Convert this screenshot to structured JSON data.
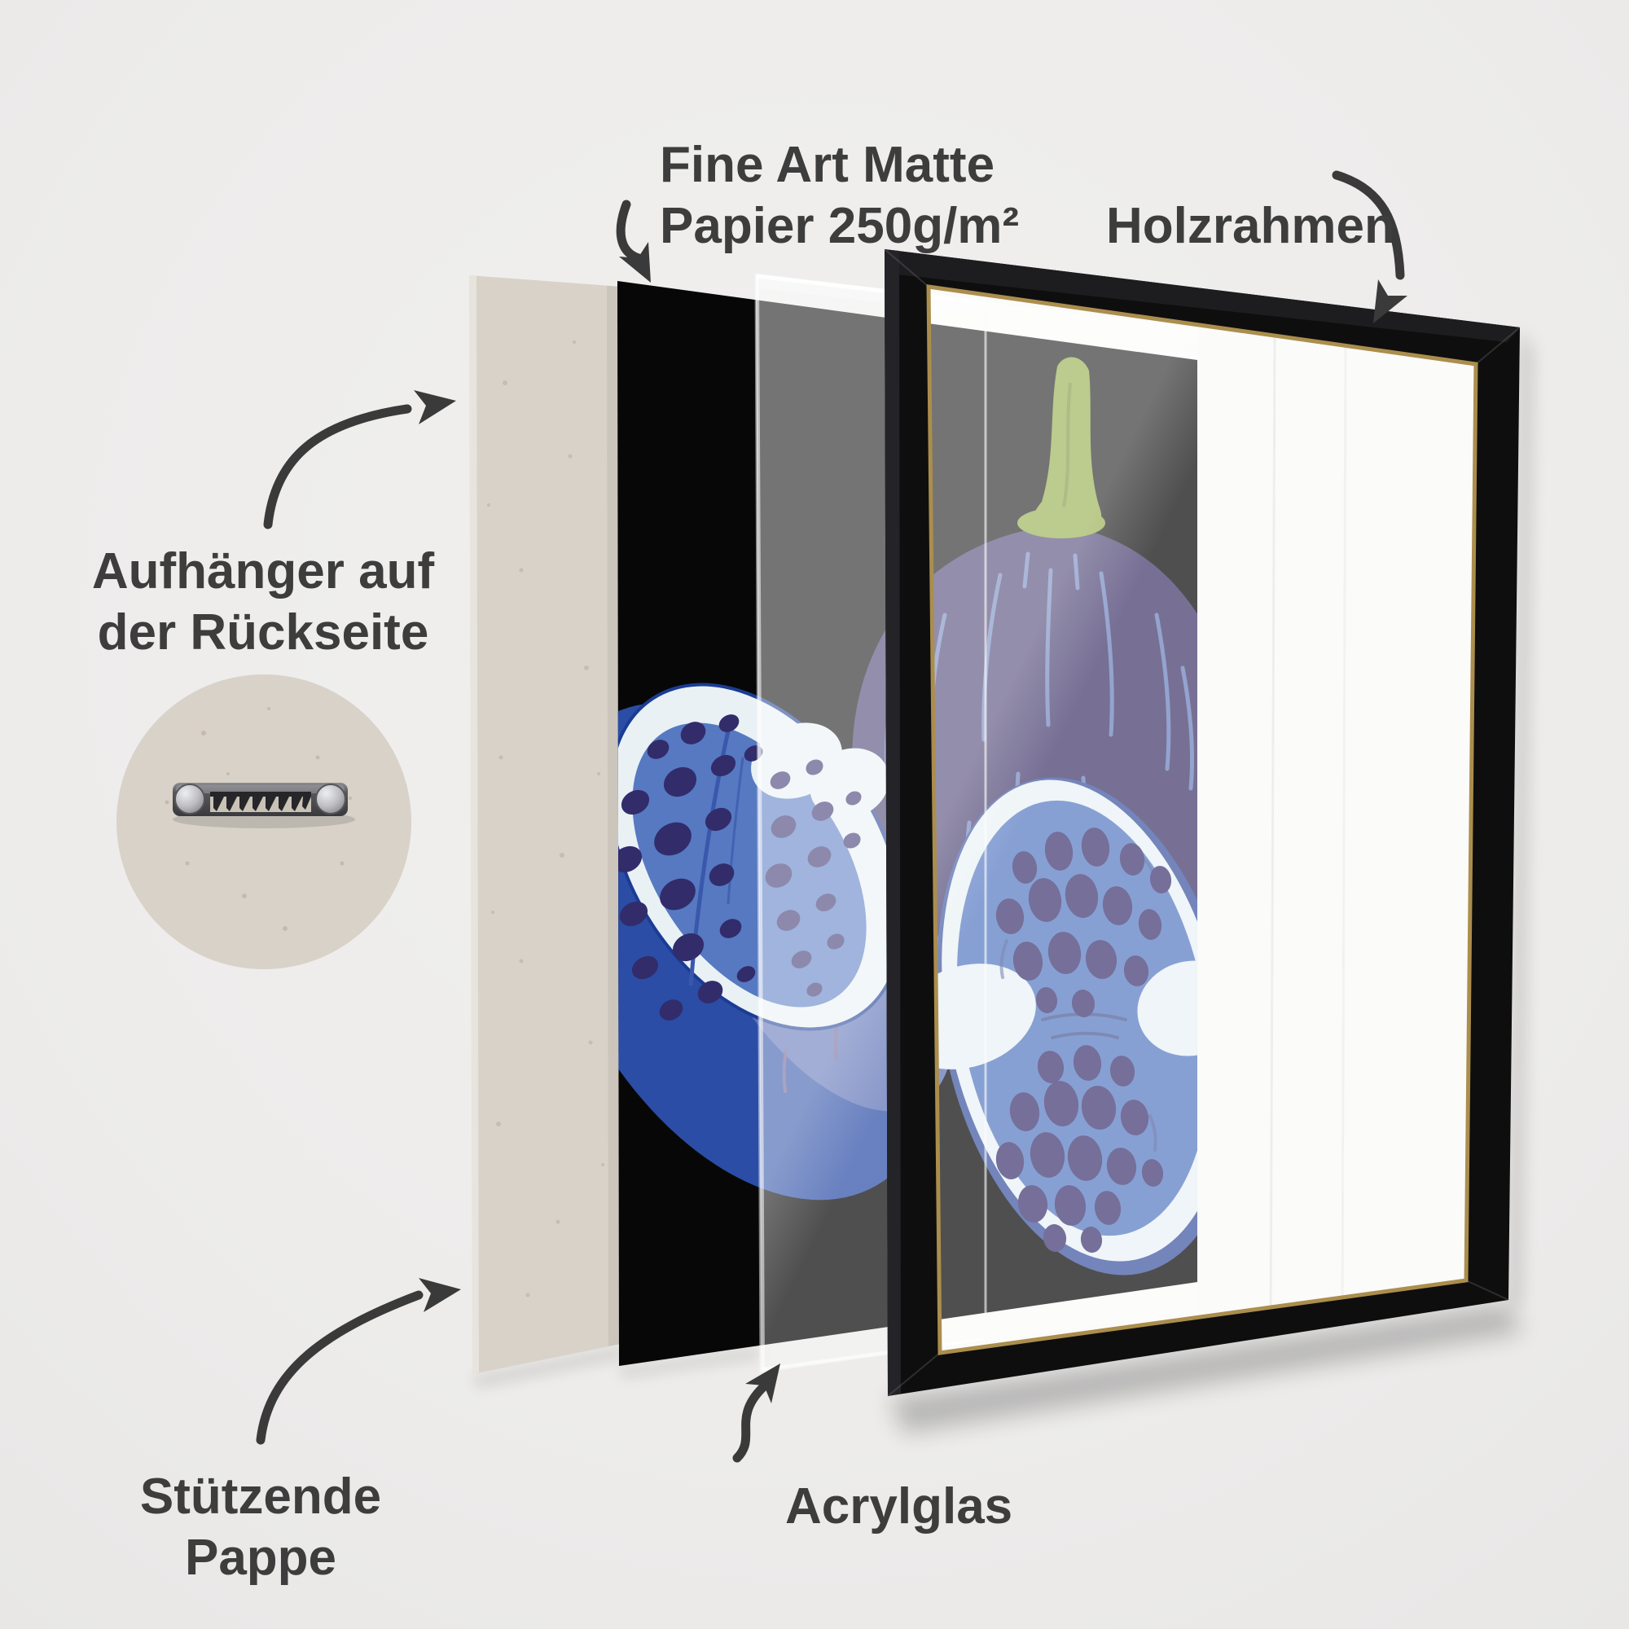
{
  "page": {
    "description": "Exploded-view product diagram of a framed fine-art print (German labels)",
    "language": "de"
  },
  "labels": {
    "paper": {
      "line1": "Fine Art Matte",
      "line2": "Papier 250g/m²"
    },
    "frame_label": "Holzrahmen",
    "hanger": {
      "line1": "Aufhänger auf",
      "line2": "der Rückseite"
    },
    "cardboard": {
      "line1": "Stützende",
      "line2": "Pappe"
    },
    "acrylic_label": "Acrylglas"
  },
  "layers": [
    {
      "name": "stuetzende-pappe"
    },
    {
      "name": "fine-art-matte-papier"
    },
    {
      "name": "acrylglas"
    },
    {
      "name": "holzrahmen"
    }
  ],
  "inset": {
    "shape": "circle",
    "shows": "sawtooth-hanger-on-cardboard-back"
  },
  "colors": {
    "background": "#efeeed",
    "label_text": "#3d3d3d",
    "arrow": "#3a3a3a",
    "cardboard": "#d8d2c8",
    "print_black": "#070707",
    "frame_black": "#0e0e0e",
    "gold_trim": "#ab8e4d",
    "mat_white": "#fbfbfa",
    "fig_purple": "#3f3569",
    "stem_green": "#87a235",
    "ring_white": "#e9f1f5",
    "flesh_blue": "#5679c2",
    "seed_navy": "#322c6b",
    "skin_blue": "#2b4da6",
    "body_slate": "#5a6fb5",
    "acrylic_tint": "rgba(255,255,255,0.34)"
  }
}
